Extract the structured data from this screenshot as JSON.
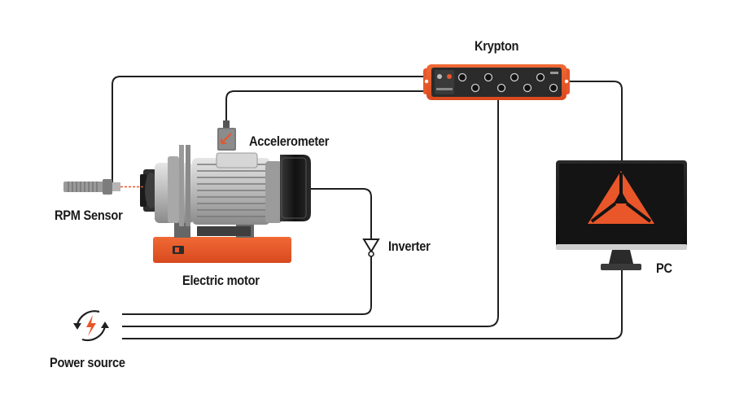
{
  "labels": {
    "krypton": "Krypton",
    "accelerometer": "Accelerometer",
    "rpm_sensor": "RPM Sensor",
    "inverter": "Inverter",
    "electric_motor": "Electric motor",
    "pc": "PC",
    "power_source": "Power source"
  },
  "colors": {
    "accent_orange": "#e8562a",
    "cable": "#1f1f1f",
    "device_dark": "#2b2b2b",
    "motor_grey": "#b4b4b4"
  },
  "icons": {
    "krypton": "krypton-daq-device-icon",
    "accelerometer": "accelerometer-sensor-icon",
    "rpm_sensor": "rpm-sensor-probe-icon",
    "inverter": "inverter-symbol-icon",
    "motor": "electric-motor-icon",
    "pc": "pc-monitor-icon",
    "power": "power-source-icon"
  }
}
